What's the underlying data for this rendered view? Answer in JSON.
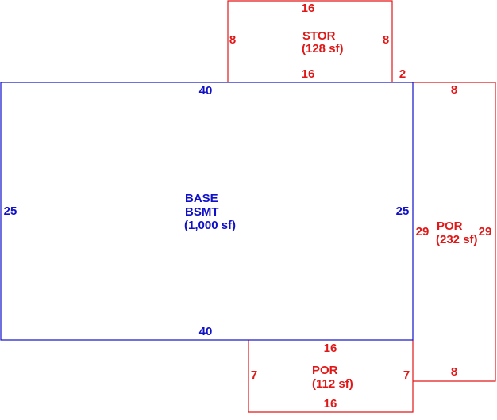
{
  "colors": {
    "base": "#1010c8",
    "addition": "#e01818",
    "background": "#ffffff"
  },
  "areas": [
    {
      "id": "base",
      "line1": "BASE",
      "line2": "BSMT",
      "line3": "(1,000 sf)",
      "dims": {
        "top": "40",
        "bottom": "40",
        "left": "25",
        "right": "25"
      }
    },
    {
      "id": "stor",
      "line1": "STOR",
      "line2": "(128 sf)",
      "dims": {
        "top": "16",
        "bottom": "16",
        "left": "8",
        "right": "8",
        "offset": "2"
      }
    },
    {
      "id": "porch-right",
      "line1": "POR",
      "line2": "(232 sf)",
      "dims": {
        "top": "8",
        "bottom": "8",
        "left": "29",
        "right": "29"
      }
    },
    {
      "id": "porch-bottom",
      "line1": "POR",
      "line2": "(112 sf)",
      "dims": {
        "top": "16",
        "bottom": "16",
        "left": "7",
        "right": "7"
      }
    }
  ]
}
